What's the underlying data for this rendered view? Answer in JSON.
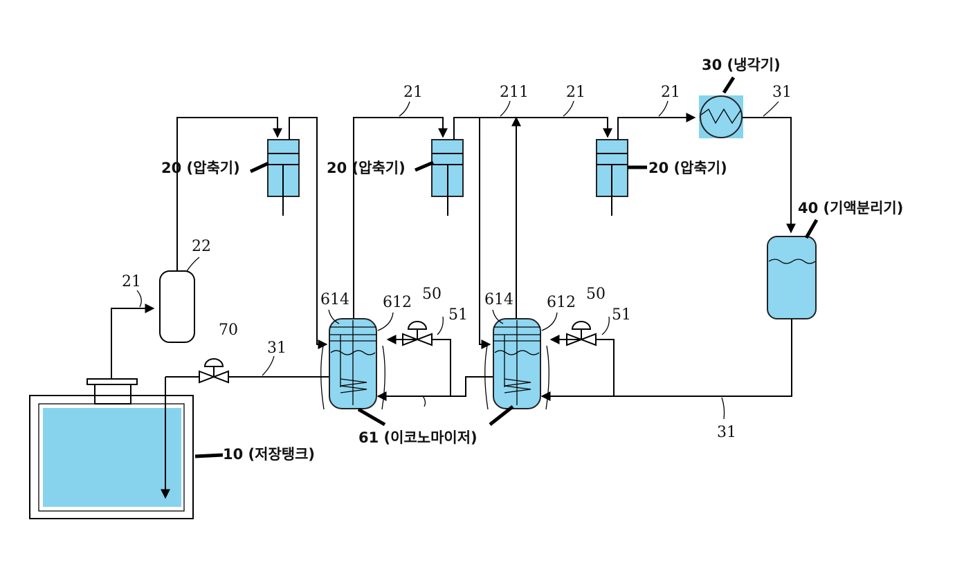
{
  "labels": {
    "tank": "10 (저장탱크)",
    "compressor_1": "20 (압축기)",
    "compressor_2": "20 (압축기)",
    "compressor_3": "20 (압축기)",
    "cooler": "30 (냉각기)",
    "separator": "40 (기액분리기)",
    "economizer": "61 (이코노마이저)"
  },
  "ref_numbers": {
    "n21_a": "21",
    "n21_b": "21",
    "n211": "211",
    "n21_c": "21",
    "n21_d": "21",
    "n31_top": "31",
    "n31_mid": "31",
    "n31_bottom": "31",
    "n22": "22",
    "n70": "70",
    "n614_a": "614",
    "n612_a": "612",
    "n50_a": "50",
    "n51_a": "51",
    "n614_b": "614",
    "n612_b": "612",
    "n50_b": "50",
    "n51_b": "51"
  },
  "colors": {
    "equipment_fill": "#87d3ee",
    "line": "#000000"
  }
}
